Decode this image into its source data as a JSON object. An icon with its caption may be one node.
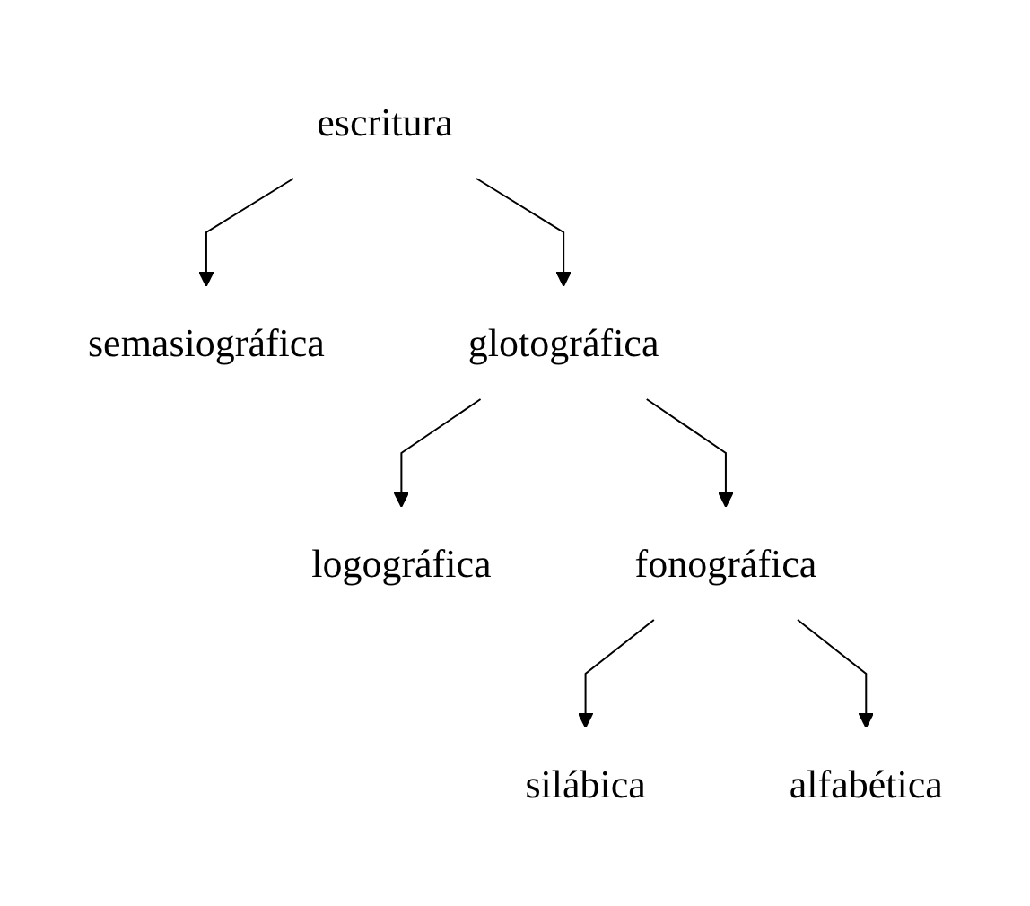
{
  "diagram": {
    "nodes": [
      {
        "text": [
          "escritura"
        ]
      },
      {
        "text": [
          "semasiográfica"
        ]
      },
      {
        "text": [
          "glotográfica"
        ]
      },
      {
        "text": [
          "logográfica"
        ]
      },
      {
        "text": [
          "fonográfica"
        ]
      },
      {
        "text": [
          "silábica"
        ]
      },
      {
        "text": [
          "alfabética"
        ]
      }
    ],
    "edges": [
      {
        "from": 0,
        "to": 1,
        "arrow": "to"
      },
      {
        "from": 0,
        "to": 2,
        "arrow": "to"
      },
      {
        "from": 2,
        "to": 3,
        "arrow": "to"
      },
      {
        "from": 2,
        "to": 4,
        "arrow": "to"
      },
      {
        "from": 4,
        "to": 5,
        "arrow": "to"
      },
      {
        "from": 4,
        "to": 6,
        "arrow": "to"
      }
    ]
  }
}
